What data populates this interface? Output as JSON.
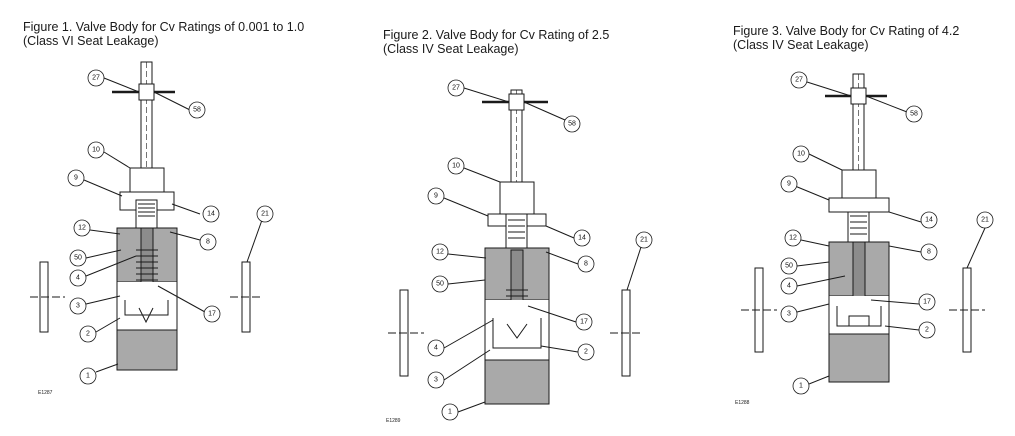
{
  "figures": [
    {
      "title": "Figure 1. Valve Body for Cv Ratings of 0.001 to 1.0",
      "subtitle": "(Class VI Seat Leakage)",
      "code": "E1287",
      "balloons": [
        "27",
        "58",
        "10",
        "9",
        "14",
        "21",
        "12",
        "8",
        "50",
        "4",
        "3",
        "17",
        "2",
        "1"
      ]
    },
    {
      "title": "Figure 2. Valve Body for Cv Rating of 2.5",
      "subtitle": "(Class IV Seat Leakage)",
      "code": "E1289",
      "balloons": [
        "27",
        "58",
        "10",
        "9",
        "14",
        "21",
        "12",
        "8",
        "50",
        "17",
        "4",
        "2",
        "3",
        "1"
      ]
    },
    {
      "title": "Figure 3. Valve Body for Cv Rating of 4.2",
      "subtitle": "(Class IV Seat Leakage)",
      "code": "E1288",
      "balloons": [
        "27",
        "58",
        "10",
        "9",
        "14",
        "21",
        "12",
        "8",
        "50",
        "4",
        "17",
        "3",
        "2",
        "1"
      ]
    }
  ],
  "colors": {
    "line": "#1a1a1a",
    "body_fill": "#a9a9a9",
    "gray_mid": "#8c8c8c",
    "background": "#ffffff"
  }
}
